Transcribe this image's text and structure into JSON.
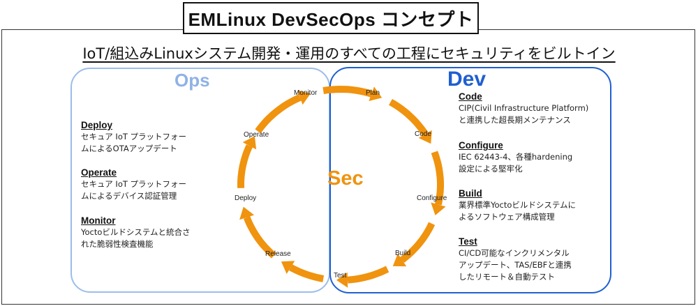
{
  "title": "EMLinux DevSecOps コンセプト",
  "subtitle": "IoT/組込みLinuxシステム開発・運用のすべての工程にセキュリティをビルトイン",
  "regions": {
    "ops": "Ops",
    "dev": "Dev",
    "sec": "Sec"
  },
  "colors": {
    "ops": "#9bbdea",
    "dev": "#1f5fd0",
    "arrow": "#f0930e"
  },
  "cycle": [
    "Plan",
    "Code",
    "Configure",
    "Build",
    "Test",
    "Release",
    "Deploy",
    "Operate",
    "Monitor"
  ],
  "ops_items": [
    {
      "head": "Deploy",
      "lines": [
        "セキュア IoT プラットフォー",
        "ムによるOTAアップデート"
      ]
    },
    {
      "head": "Operate",
      "lines": [
        "セキュア IoT プラットフォー",
        "ムによるデバイス認証管理"
      ]
    },
    {
      "head": "Monitor",
      "lines": [
        "Yoctoビルドシステムと統合さ",
        "れた脆弱性検査機能"
      ]
    }
  ],
  "dev_items": [
    {
      "head": "Code",
      "lines": [
        "CIP(Civil Infrastructure Platform)",
        "と連携した超長期メンテナンス"
      ]
    },
    {
      "head": "Configure",
      "lines": [
        "IEC 62443-4、各種hardening",
        "設定による堅牢化"
      ]
    },
    {
      "head": "Build",
      "lines": [
        "業界標準Yoctoビルドシステムに",
        "よるソフトウェア構成管理"
      ]
    },
    {
      "head": "Test",
      "lines": [
        "CI/CD可能なインクリメンタル",
        "アップデート、TAS/EBFと連携",
        "したリモート＆自動テスト"
      ]
    }
  ]
}
